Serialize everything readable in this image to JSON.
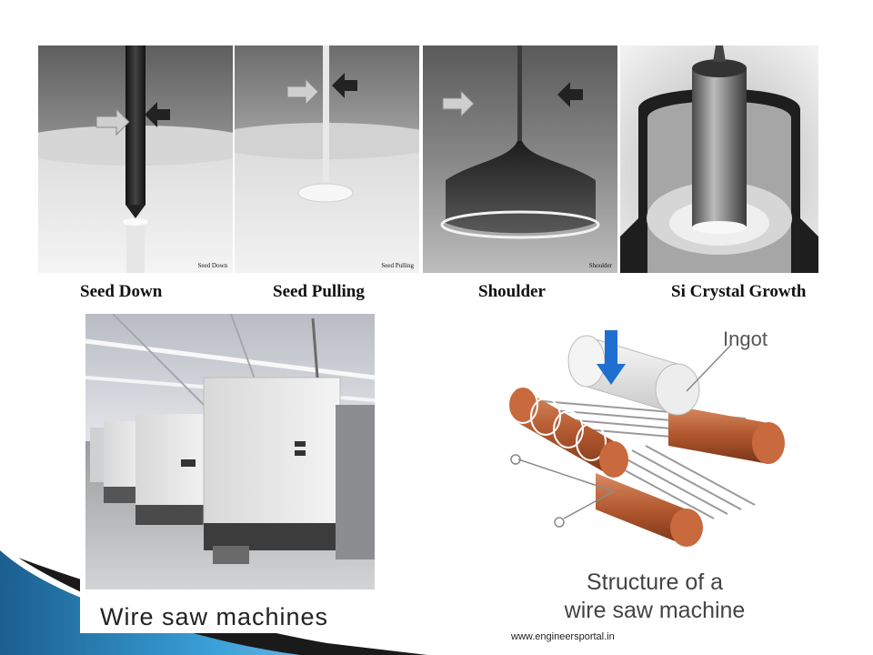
{
  "growth_steps": [
    {
      "label": "Seed Down",
      "panel_caption": "Seed Down"
    },
    {
      "label": "Seed Pulling",
      "panel_caption": "Seed Pulling"
    },
    {
      "label": "Shoulder",
      "panel_caption": "Shoulder"
    },
    {
      "label": "Si Crystal  Growth",
      "panel_caption": ""
    }
  ],
  "photo": {
    "caption": "Wire saw machines"
  },
  "diagram": {
    "ingot_label": "Ingot",
    "caption_line1": "Structure of a",
    "caption_line2": "wire saw machine"
  },
  "footer": {
    "url": "www.engineersportal.in"
  },
  "icons": {
    "arrow_right": "arrow-right-icon",
    "arrow_left": "arrow-left-icon",
    "arrow_down": "arrow-down-icon"
  },
  "colors": {
    "roller": "#b2582f",
    "arrow_blue": "#1f6fd1",
    "swoosh_dark": "#1a1a1a",
    "swoosh_blue": "#2a8ac6"
  }
}
